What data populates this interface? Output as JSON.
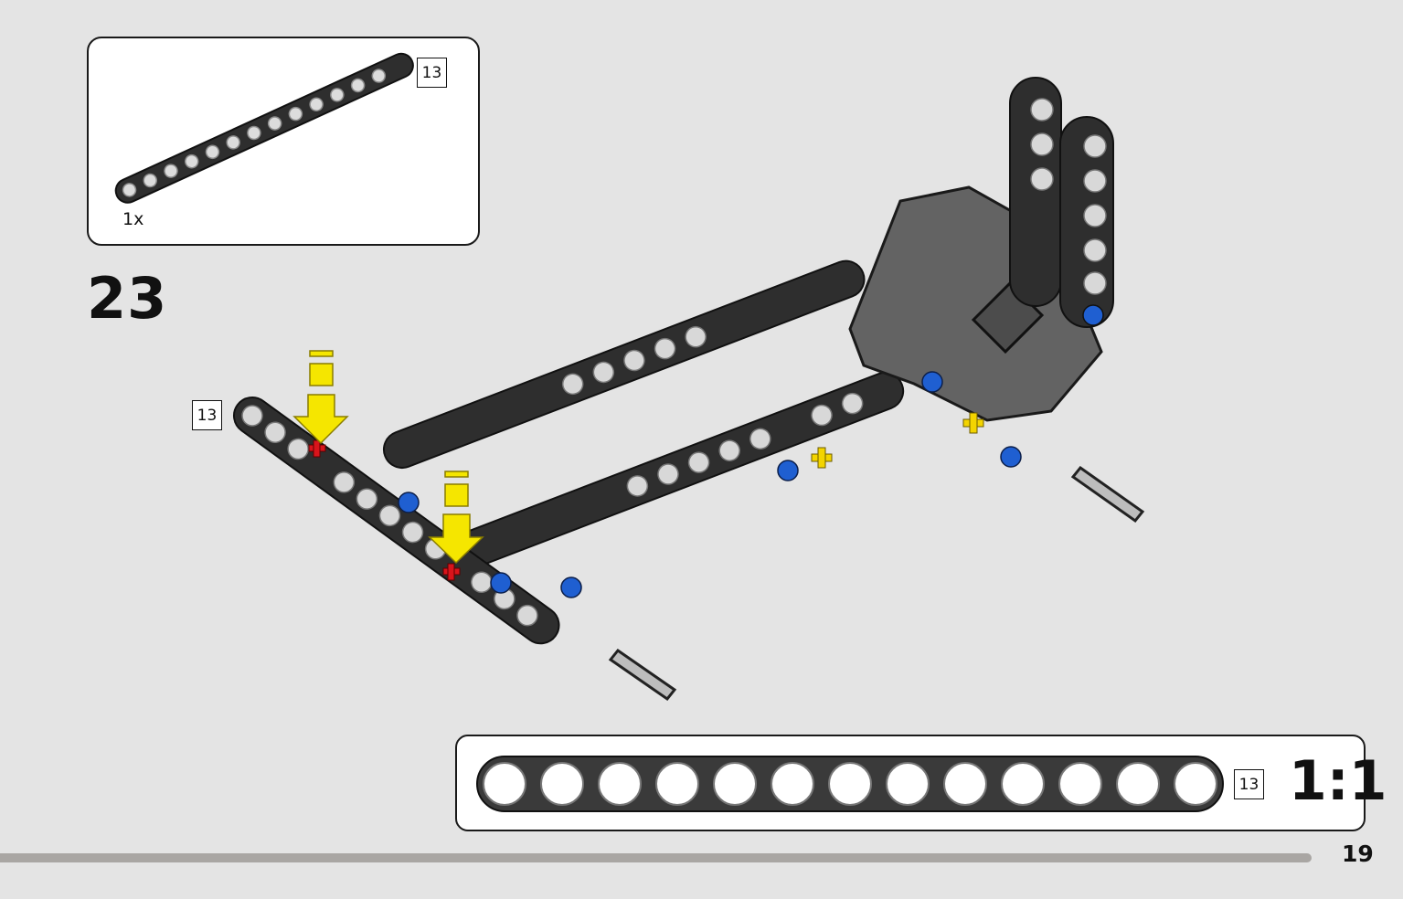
{
  "step": {
    "number": "23"
  },
  "parts_list": {
    "items": [
      {
        "quantity": "1x",
        "length_label": "13",
        "part_icon": "beam-13-black"
      }
    ]
  },
  "model": {
    "callout_length_label": "13"
  },
  "scale": {
    "length_label": "13",
    "ratio": "1:1",
    "holes": 13
  },
  "page": {
    "number": "19"
  },
  "colors": {
    "background": "#e4e4e4",
    "beam": "#2e2e2e",
    "motor": "#636363",
    "arrow": "#f5e600",
    "pin_blue": "#1f5fd1",
    "axle_red": "#d8141b",
    "axle_yellow": "#f3d400"
  }
}
